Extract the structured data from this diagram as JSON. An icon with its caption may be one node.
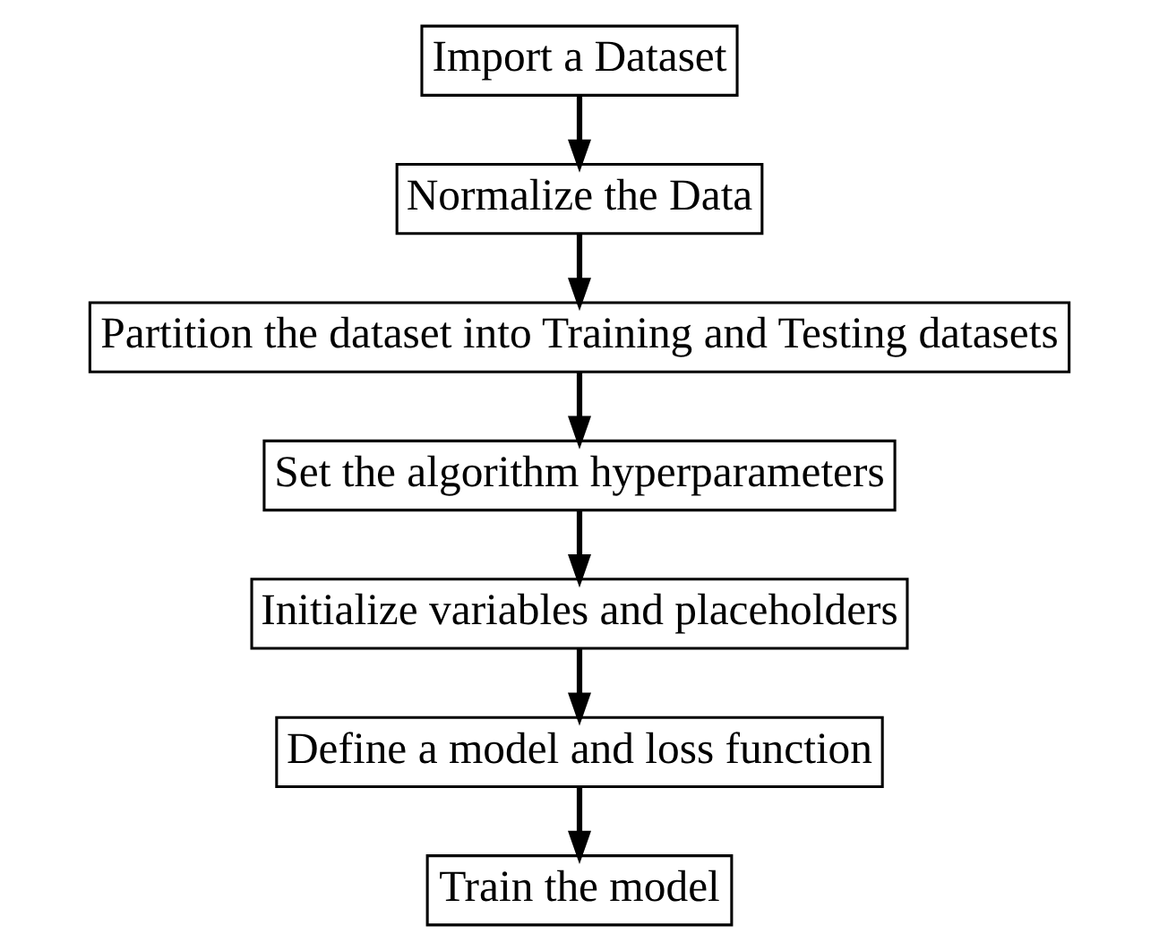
{
  "diagram": {
    "nodes": [
      {
        "text": [
          "Import a Dataset"
        ]
      },
      {
        "text": [
          "Normalize the Data"
        ]
      },
      {
        "text": [
          "Partition the dataset into Training and Testing datasets"
        ]
      },
      {
        "text": [
          "Set the algorithm hyperparameters"
        ]
      },
      {
        "text": [
          "Initialize variables and placeholders"
        ]
      },
      {
        "text": [
          "Define a model and loss function"
        ]
      },
      {
        "text": [
          "Train the model"
        ]
      }
    ],
    "edges": [
      {
        "from": 0,
        "to": 1,
        "arrow": "to"
      },
      {
        "from": 1,
        "to": 2,
        "arrow": "to"
      },
      {
        "from": 2,
        "to": 3,
        "arrow": "to"
      },
      {
        "from": 3,
        "to": 4,
        "arrow": "to"
      },
      {
        "from": 4,
        "to": 5,
        "arrow": "to"
      },
      {
        "from": 5,
        "to": 6,
        "arrow": "to"
      }
    ]
  }
}
